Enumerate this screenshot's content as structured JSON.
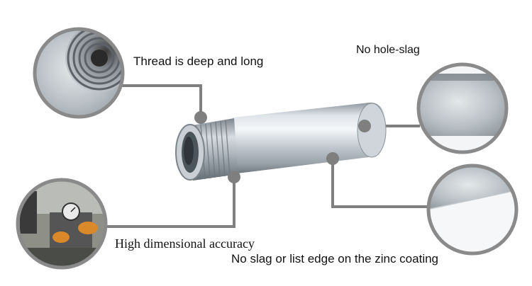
{
  "callouts": {
    "thread": "Thread is deep and long",
    "hole_slag": "No hole-slag",
    "dimensional": "High dimensional accuracy",
    "zinc": "No slag or list edge on the zinc coating"
  },
  "colors": {
    "connector": "#7f7f7f",
    "ring": "#8a8a8a",
    "pipe_light": "#eef1f4",
    "pipe_mid": "#bcc3ca",
    "pipe_dark": "#7b838b"
  }
}
